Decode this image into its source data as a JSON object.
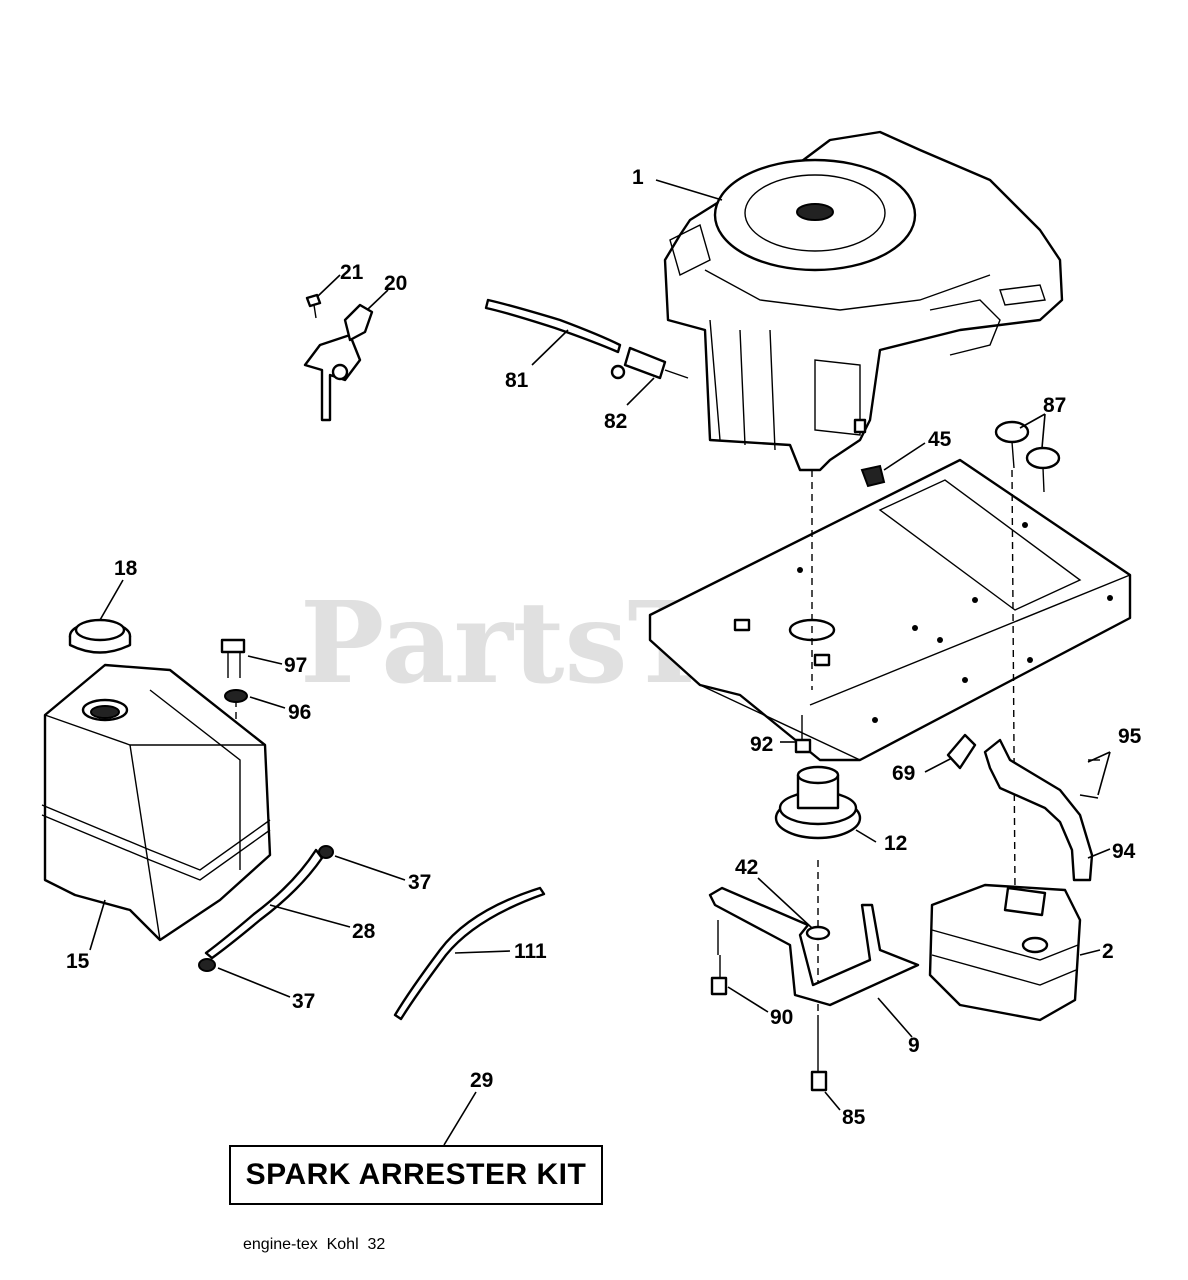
{
  "watermark": {
    "text": "PartsTree",
    "trademark": "™"
  },
  "callouts": [
    {
      "id": "1",
      "label": "1"
    },
    {
      "id": "21",
      "label": "21"
    },
    {
      "id": "20",
      "label": "20"
    },
    {
      "id": "81",
      "label": "81"
    },
    {
      "id": "82",
      "label": "82"
    },
    {
      "id": "87",
      "label": "87"
    },
    {
      "id": "45",
      "label": "45"
    },
    {
      "id": "18",
      "label": "18"
    },
    {
      "id": "97",
      "label": "97"
    },
    {
      "id": "96",
      "label": "96"
    },
    {
      "id": "92",
      "label": "92"
    },
    {
      "id": "95",
      "label": "95"
    },
    {
      "id": "69",
      "label": "69"
    },
    {
      "id": "12",
      "label": "12"
    },
    {
      "id": "94",
      "label": "94"
    },
    {
      "id": "42",
      "label": "42"
    },
    {
      "id": "37a",
      "label": "37"
    },
    {
      "id": "28",
      "label": "28"
    },
    {
      "id": "15",
      "label": "15"
    },
    {
      "id": "111",
      "label": "111"
    },
    {
      "id": "2",
      "label": "2"
    },
    {
      "id": "37b",
      "label": "37"
    },
    {
      "id": "90",
      "label": "90"
    },
    {
      "id": "9",
      "label": "9"
    },
    {
      "id": "29",
      "label": "29"
    },
    {
      "id": "85",
      "label": "85"
    }
  ],
  "kit": {
    "label": "SPARK ARRESTER KIT"
  },
  "footer": {
    "text": "engine-tex  Kohl  32"
  }
}
